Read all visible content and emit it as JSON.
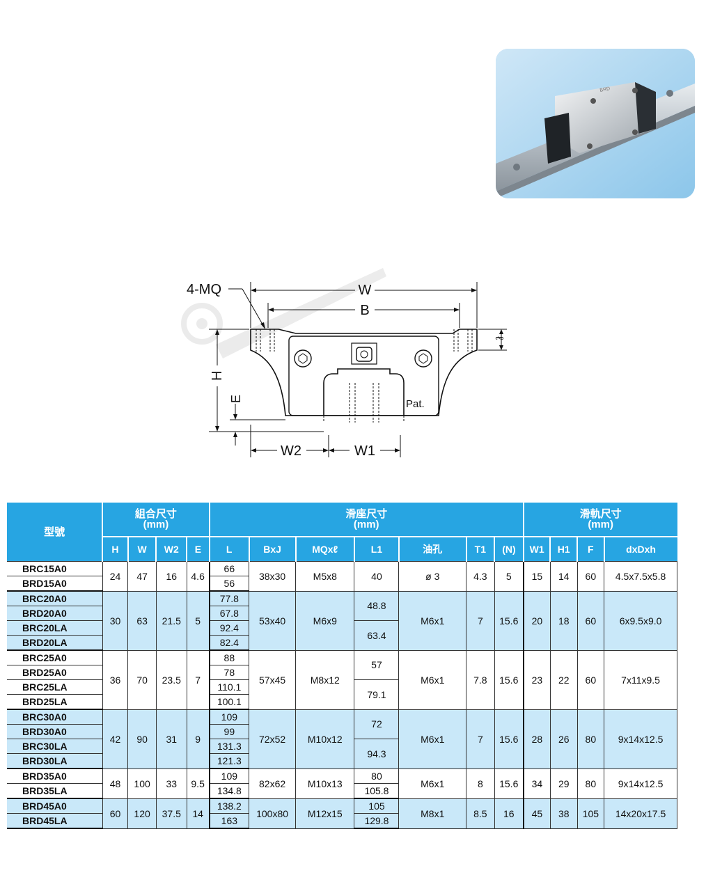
{
  "photo": {
    "alt": "linear-guide-block-photo",
    "block_brand": "BRD"
  },
  "drawing": {
    "labels": {
      "mq": "4-MQ",
      "w": "W",
      "b": "B",
      "h": "H",
      "e": "E",
      "w2": "W2",
      "w1": "W1",
      "l": "ℓ",
      "pat": "Pat."
    }
  },
  "table": {
    "groups": {
      "model": "型號",
      "assembly": "組合尺寸",
      "block": "滑座尺寸",
      "rail": "滑軌尺寸",
      "unit": "(mm)"
    },
    "cols": {
      "h": "H",
      "w": "W",
      "w2": "W2",
      "e": "E",
      "l": "L",
      "bxj": "BxJ",
      "mq": "MQxℓ",
      "l1": "L1",
      "oil": "油孔",
      "t1": "T1",
      "n": "(N)",
      "w1": "W1",
      "h1": "H1",
      "f": "F",
      "dxd": "dxDxh"
    },
    "rows": [
      {
        "model": "BRC15A0",
        "L": "66",
        "H": "24",
        "W": "47",
        "W2": "16",
        "E": "4.6",
        "BxJ": "38x30",
        "MQ": "M5x8",
        "L1": "40",
        "oil": "ø 3",
        "T1": "4.3",
        "N": "5",
        "W1": "15",
        "H1": "14",
        "F": "60",
        "dxd": "4.5x7.5x5.8"
      },
      {
        "model": "BRD15A0",
        "L": "56"
      },
      {
        "model": "BRC20A0",
        "L": "77.8",
        "H": "30",
        "W": "63",
        "W2": "21.5",
        "E": "5",
        "BxJ": "53x40",
        "MQ": "M6x9",
        "L1": "48.8",
        "oil": "M6x1",
        "T1": "7",
        "N": "15.6",
        "W1": "20",
        "H1": "18",
        "F": "60",
        "dxd": "6x9.5x9.0"
      },
      {
        "model": "BRD20A0",
        "L": "67.8"
      },
      {
        "model": "BRC20LA",
        "L": "92.4",
        "L1": "63.4"
      },
      {
        "model": "BRD20LA",
        "L": "82.4"
      },
      {
        "model": "BRC25A0",
        "L": "88",
        "H": "36",
        "W": "70",
        "W2": "23.5",
        "E": "7",
        "BxJ": "57x45",
        "MQ": "M8x12",
        "L1": "57",
        "oil": "M6x1",
        "T1": "7.8",
        "N": "15.6",
        "W1": "23",
        "H1": "22",
        "F": "60",
        "dxd": "7x11x9.5"
      },
      {
        "model": "BRD25A0",
        "L": "78"
      },
      {
        "model": "BRC25LA",
        "L": "110.1",
        "L1": "79.1"
      },
      {
        "model": "BRD25LA",
        "L": "100.1"
      },
      {
        "model": "BRC30A0",
        "L": "109",
        "H": "42",
        "W": "90",
        "W2": "31",
        "E": "9",
        "BxJ": "72x52",
        "MQ": "M10x12",
        "L1": "72",
        "oil": "M6x1",
        "T1": "7",
        "N": "15.6",
        "W1": "28",
        "H1": "26",
        "F": "80",
        "dxd": "9x14x12.5"
      },
      {
        "model": "BRD30A0",
        "L": "99"
      },
      {
        "model": "BRC30LA",
        "L": "131.3",
        "L1": "94.3"
      },
      {
        "model": "BRD30LA",
        "L": "121.3"
      },
      {
        "model": "BRD35A0",
        "L": "109",
        "H": "48",
        "W": "100",
        "W2": "33",
        "E": "9.5",
        "BxJ": "82x62",
        "MQ": "M10x13",
        "L1": "80",
        "oil": "M6x1",
        "T1": "8",
        "N": "15.6",
        "W1": "34",
        "H1": "29",
        "F": "80",
        "dxd": "9x14x12.5"
      },
      {
        "model": "BRD35LA",
        "L": "134.8",
        "L1": "105.8"
      },
      {
        "model": "BRD45A0",
        "L": "138.2",
        "H": "60",
        "W": "120",
        "W2": "37.5",
        "E": "14",
        "BxJ": "100x80",
        "MQ": "M12x15",
        "L1": "105",
        "oil": "M8x1",
        "T1": "8.5",
        "N": "16",
        "W1": "45",
        "H1": "38",
        "F": "105",
        "dxd": "14x20x17.5"
      },
      {
        "model": "BRD45LA",
        "L": "163",
        "L1": "129.8"
      }
    ]
  }
}
